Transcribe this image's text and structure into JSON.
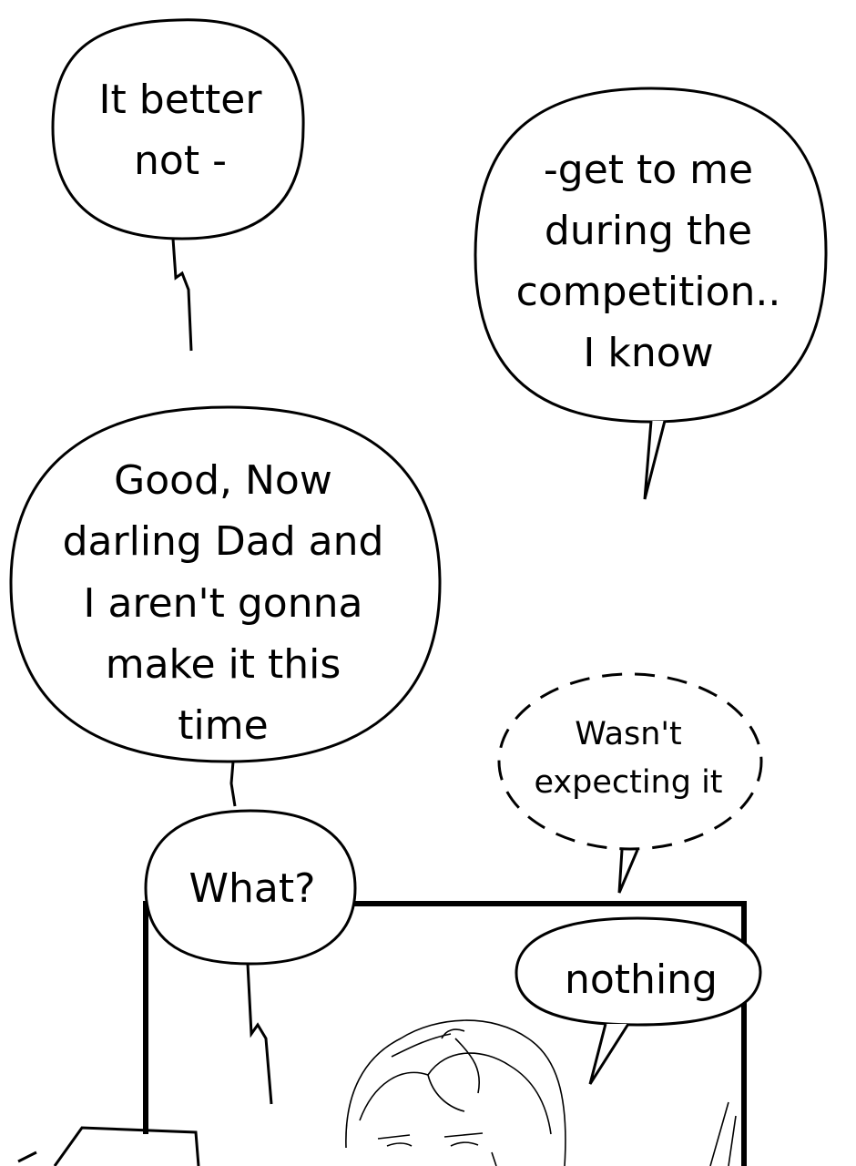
{
  "bubbles": {
    "b1": {
      "lines": [
        "It better",
        "not -"
      ]
    },
    "b2": {
      "lines": [
        "-get to me",
        "during the",
        "competition..",
        "I know"
      ]
    },
    "b3": {
      "lines": [
        "Good, Now",
        "darling Dad and",
        "I aren't gonna",
        "make it this",
        "time"
      ]
    },
    "b4": {
      "lines": [
        "Wasn't",
        "expecting it"
      ]
    },
    "b5": {
      "lines": [
        "What?"
      ]
    },
    "b6": {
      "lines": [
        "nothing"
      ]
    }
  }
}
